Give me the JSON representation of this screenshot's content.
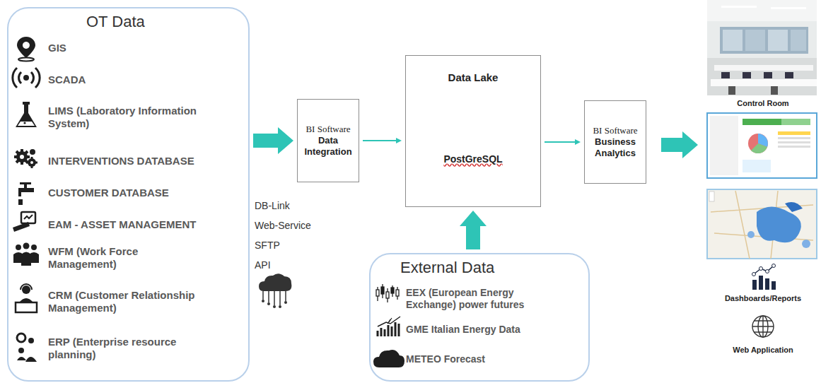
{
  "diagram": {
    "nodes": [
      {
        "text": [
          "OT Data",
          "GIS",
          "SCADA",
          "LIMS (Laboratory Information System)",
          "INTERVENTIONS DATABASE",
          "CUSTOMER DATABASE",
          "EAM - ASSET MANAGEMENT",
          "WFM (Work Force Management)",
          "CRM (Customer Relationship Management)",
          "ERP (Enterprise resource planning)"
        ]
      },
      {
        "text": [
          "BI Software",
          "Data Integration"
        ]
      },
      {
        "text": [
          "Data Lake",
          "PostGreSQL"
        ]
      },
      {
        "text": [
          "BI Software",
          "Business Analytics"
        ]
      },
      {
        "text": [
          "External Data",
          "EEX (European Energy Exchange) power futures",
          "GME Italian Energy Data",
          "METEO Forecast"
        ]
      }
    ],
    "edges": [
      {
        "from": 0,
        "to": 1,
        "arrow": "to"
      },
      {
        "from": 1,
        "to": 2,
        "arrow": "to"
      },
      {
        "from": 2,
        "to": 3,
        "arrow": "to"
      },
      {
        "from": 4,
        "to": 2,
        "arrow": "to"
      }
    ],
    "labels": [
      "DB-Link",
      "Web-Service",
      "SFTP",
      "API",
      "Control Room",
      "Dashboards/Reports",
      "Web Application"
    ]
  }
}
